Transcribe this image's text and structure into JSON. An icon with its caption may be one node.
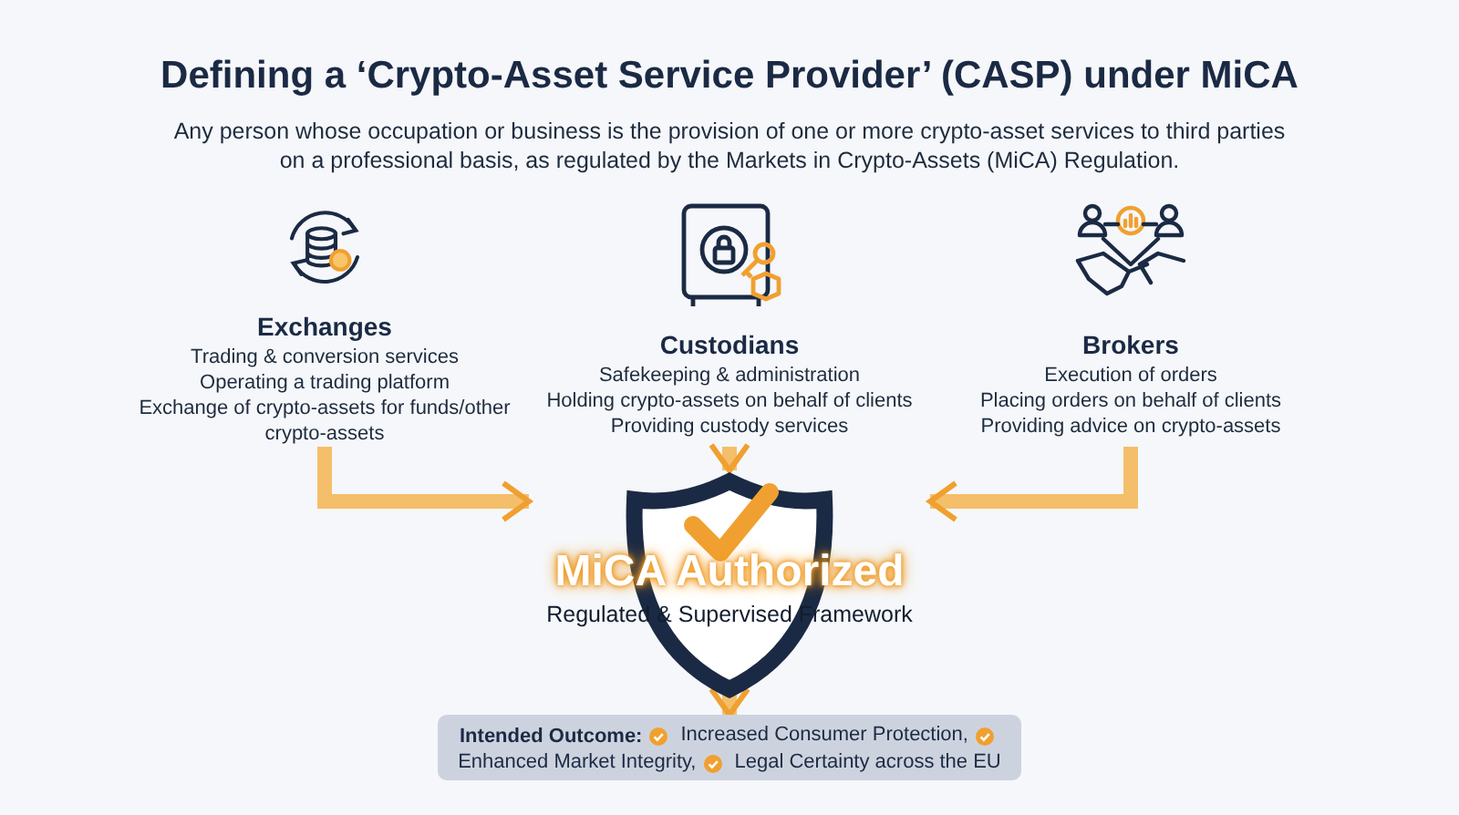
{
  "diagram": {
    "title": "Defining a ‘Crypto-Asset Service Provider’ (CASP) under MiCA",
    "labels": [
      "Any person whose occupation or business is the provision of one or more crypto-asset services to third parties on a professional basis, as regulated by the Markets in Crypto-Assets (MiCA) Regulation."
    ],
    "nodes": [
      {
        "text": [
          "Exchanges",
          "Trading & conversion services",
          "Operating a trading platform",
          "Exchange of crypto-assets for funds/other crypto-assets"
        ]
      },
      {
        "text": [
          "Custodians",
          "Safekeeping & administration",
          "Holding crypto-assets on behalf of clients",
          "Providing custody services"
        ]
      },
      {
        "text": [
          "Brokers",
          "Execution of orders",
          "Placing orders on behalf of clients",
          "Providing advice on crypto-assets"
        ]
      },
      {
        "text": [
          "MiCA Authorized",
          "Regulated & Supervised Framework"
        ]
      },
      {
        "text": [
          "Intended Outcome:",
          "Increased Consumer Protection,",
          "Enhanced Market Integrity,",
          "Legal Certainty across the EU"
        ]
      }
    ],
    "edges": [
      {
        "from": 0,
        "to": 3,
        "arrow": "to"
      },
      {
        "from": 1,
        "to": 3,
        "arrow": "to"
      },
      {
        "from": 2,
        "to": 3,
        "arrow": "to"
      },
      {
        "from": 3,
        "to": 4,
        "arrow": "to"
      }
    ]
  }
}
